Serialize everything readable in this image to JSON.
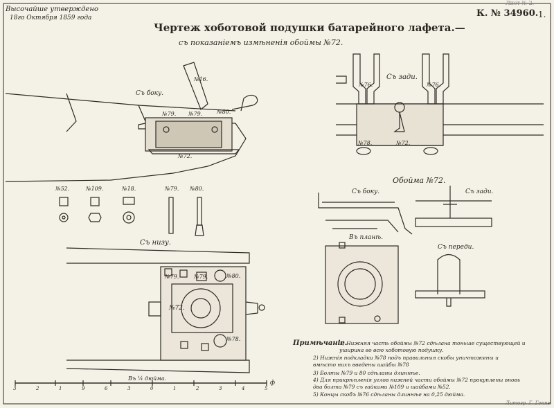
{
  "header": {
    "approval_line1": "Высочайше утверждено",
    "approval_line2": "18го Октября 1859 года",
    "drawing_number": "К. № 34960.",
    "sheet_number": "1.",
    "corner_text": "Лист № 2."
  },
  "title": {
    "main": "Чертеж хоботовой подушки батарейного лафета.—",
    "sub": "съ показаніемъ измѣненія обоймы №72."
  },
  "views": {
    "side": "Съ боку.",
    "rear": "Съ зади.",
    "bottom": "Съ низу.",
    "clip_title": "Обойма №72.",
    "clip_side": "Съ боку.",
    "clip_rear": "Съ зади.",
    "clip_plan": "Въ планѣ.",
    "clip_front": "Съ переди."
  },
  "labels": {
    "n16": "№16.",
    "n79": "№79.",
    "n80": "№80.",
    "n72": "№72.",
    "n76": "№76.",
    "n78": "№78.",
    "n52": "№52.",
    "n109": "№109.",
    "n18": "№18."
  },
  "notes": {
    "heading": "Примѣчаніе.",
    "items": [
      "1) Нижняя часть обоймы №72 сдѣлана тоньше существующей и уширина во всю хоботовую подушку.",
      "2) Нижнія подкладки №78 подъ правильныя скобы уничтожены и вмѣсто нихъ введены шайбы №78",
      "3) Болты №79 и 80 сдѣланы длиннѣе.",
      "4) Для прикрѣпленія углов нижней части обоймы №72 прокуплены вновь два болта №79 съ гайками №109 и шайбами №52.",
      "5) Концы скобъ №76 сдѣланы длиннѣе на 0,25 дюйма."
    ]
  },
  "scale": {
    "caption": "Въ ¼ дюйма.",
    "unit": "ф",
    "ticks": [
      "3",
      "2",
      "1",
      "9",
      "6",
      "3",
      "0",
      "1",
      "2",
      "3",
      "4",
      "5"
    ]
  },
  "footer": {
    "credit": "Литогр. Г. Гоппе"
  }
}
